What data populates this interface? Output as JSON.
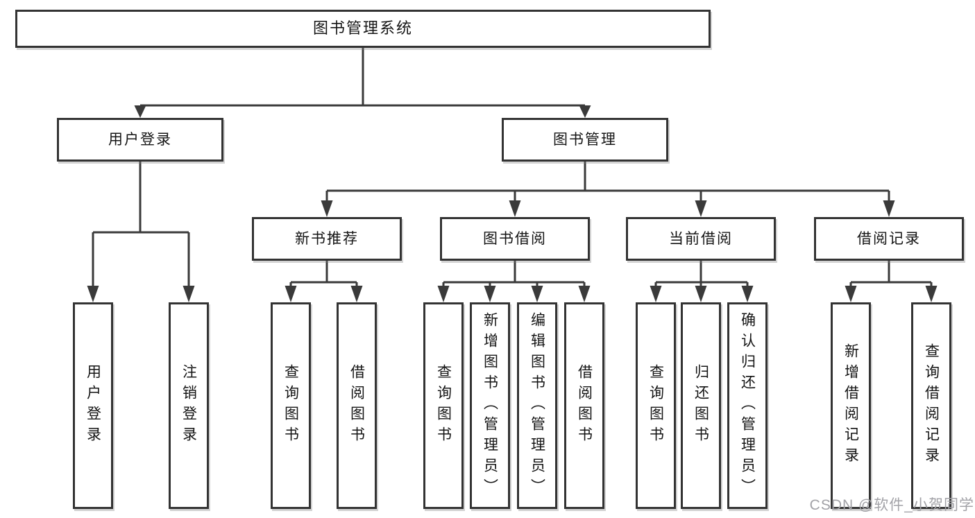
{
  "diagram": {
    "title": "图书管理系统",
    "nodes": [
      {
        "id": "root",
        "label": "图书管理系统",
        "kind": "root"
      },
      {
        "id": "user-login",
        "label": "用户登录",
        "kind": "branch"
      },
      {
        "id": "book-mgmt",
        "label": "图书管理",
        "kind": "branch"
      },
      {
        "id": "new-book-rec",
        "label": "新书推荐",
        "kind": "branch"
      },
      {
        "id": "book-borrow",
        "label": "图书借阅",
        "kind": "branch"
      },
      {
        "id": "current-borrow",
        "label": "当前借阅",
        "kind": "branch"
      },
      {
        "id": "borrow-records",
        "label": "借阅记录",
        "kind": "branch"
      },
      {
        "id": "leaf-user-login",
        "label": "用户登录",
        "kind": "leaf"
      },
      {
        "id": "leaf-logout",
        "label": "注销登录",
        "kind": "leaf"
      },
      {
        "id": "leaf-nb-query",
        "label": "查询图书",
        "kind": "leaf"
      },
      {
        "id": "leaf-nb-borrow",
        "label": "借阅图书",
        "kind": "leaf"
      },
      {
        "id": "leaf-bb-query",
        "label": "查询图书",
        "kind": "leaf"
      },
      {
        "id": "leaf-bb-add",
        "label": "新增图书（管理员）",
        "kind": "leaf"
      },
      {
        "id": "leaf-bb-edit",
        "label": "编辑图书（管理员）",
        "kind": "leaf"
      },
      {
        "id": "leaf-bb-borrow",
        "label": "借阅图书",
        "kind": "leaf"
      },
      {
        "id": "leaf-cb-query",
        "label": "查询图书",
        "kind": "leaf"
      },
      {
        "id": "leaf-cb-return",
        "label": "归还图书",
        "kind": "leaf"
      },
      {
        "id": "leaf-cb-confirm",
        "label": "确认归还（管理员）",
        "kind": "leaf"
      },
      {
        "id": "leaf-br-add",
        "label": "新增借阅记录",
        "kind": "leaf"
      },
      {
        "id": "leaf-br-query",
        "label": "查询借阅记录",
        "kind": "leaf"
      }
    ],
    "hierarchy": [
      {
        "parent": "root",
        "children": [
          "user-login",
          "book-mgmt"
        ]
      },
      {
        "parent": "user-login",
        "children": [
          "leaf-user-login",
          "leaf-logout"
        ]
      },
      {
        "parent": "book-mgmt",
        "children": [
          "new-book-rec",
          "book-borrow",
          "current-borrow",
          "borrow-records"
        ]
      },
      {
        "parent": "new-book-rec",
        "children": [
          "leaf-nb-query",
          "leaf-nb-borrow"
        ]
      },
      {
        "parent": "book-borrow",
        "children": [
          "leaf-bb-query",
          "leaf-bb-add",
          "leaf-bb-edit",
          "leaf-bb-borrow"
        ]
      },
      {
        "parent": "current-borrow",
        "children": [
          "leaf-cb-query",
          "leaf-cb-return",
          "leaf-cb-confirm"
        ]
      },
      {
        "parent": "borrow-records",
        "children": [
          "leaf-br-add",
          "leaf-br-query"
        ]
      }
    ]
  },
  "watermark": {
    "text": "CSDN @软件_小贺同学"
  },
  "colors": {
    "line": "#3a3a3a",
    "box_border": "#333333",
    "box_fill": "#ffffff",
    "label": "#141414",
    "watermark": "#a2a2a7"
  }
}
